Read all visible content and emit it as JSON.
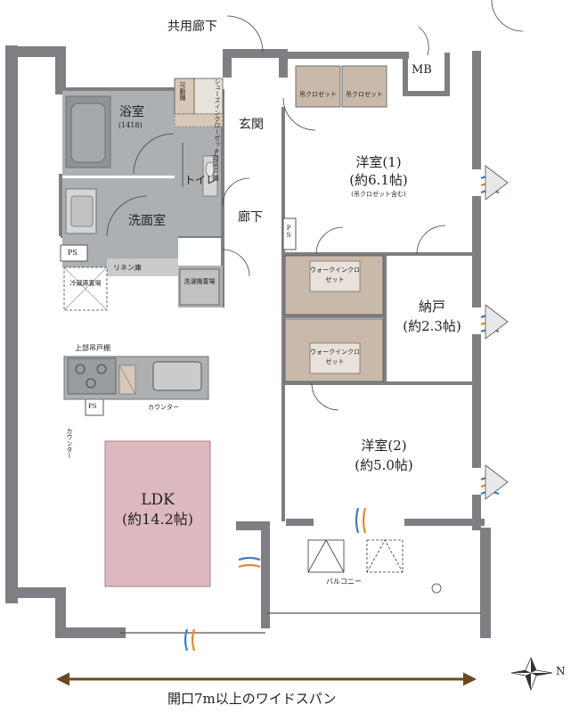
{
  "labels": {
    "corridor_common": "共用廊下",
    "mb": "MB",
    "bath": "浴室",
    "bath_size": "(1418)",
    "movable_shelf": "可動棚",
    "shoes_closet": "シューズインクローゼット",
    "entrance": "玄関",
    "upper_shelf": "上部吊戸棚",
    "toilet": "トイレ",
    "washroom": "洗面室",
    "hallway": "廊下",
    "ps": "PS",
    "linen": "リネン庫",
    "fridge": "冷蔵庫置場",
    "washer": "洗濯機置場",
    "upper_shelf_kitchen": "上部吊戸棚",
    "counter": "カウンター",
    "counter_vertical": "カウンター",
    "ldk_name": "LDK",
    "ldk_size": "(約14.2帖)",
    "room1_name": "洋室(1)",
    "room1_size": "(約6.1帖)",
    "room1_note": "(吊クロゼット含む)",
    "hanging_closet_1": "吊クロゼット",
    "hanging_closet_2": "吊クロゼット",
    "walkin_1": "ウォークインクロゼット",
    "walkin_2": "ウォークインクロゼット",
    "storage_name": "納戸",
    "storage_size": "(約2.3帖)",
    "room2_name": "洋室(2)",
    "room2_size": "(約5.0帖)",
    "balcony": "バルコニー",
    "caption": "開口7m以上のワイドスパン",
    "north": "N"
  },
  "colors": {
    "wall": "#7d7f82",
    "wet_area": "#adb0b3",
    "fixture": "#d4d5d7",
    "closet": "#c8b9ab",
    "ldk_rug": "#ddb8bf",
    "arrow": "#6b4a22",
    "breeze_blue": "#4a7bb7",
    "breeze_orange": "#e08a3a"
  }
}
